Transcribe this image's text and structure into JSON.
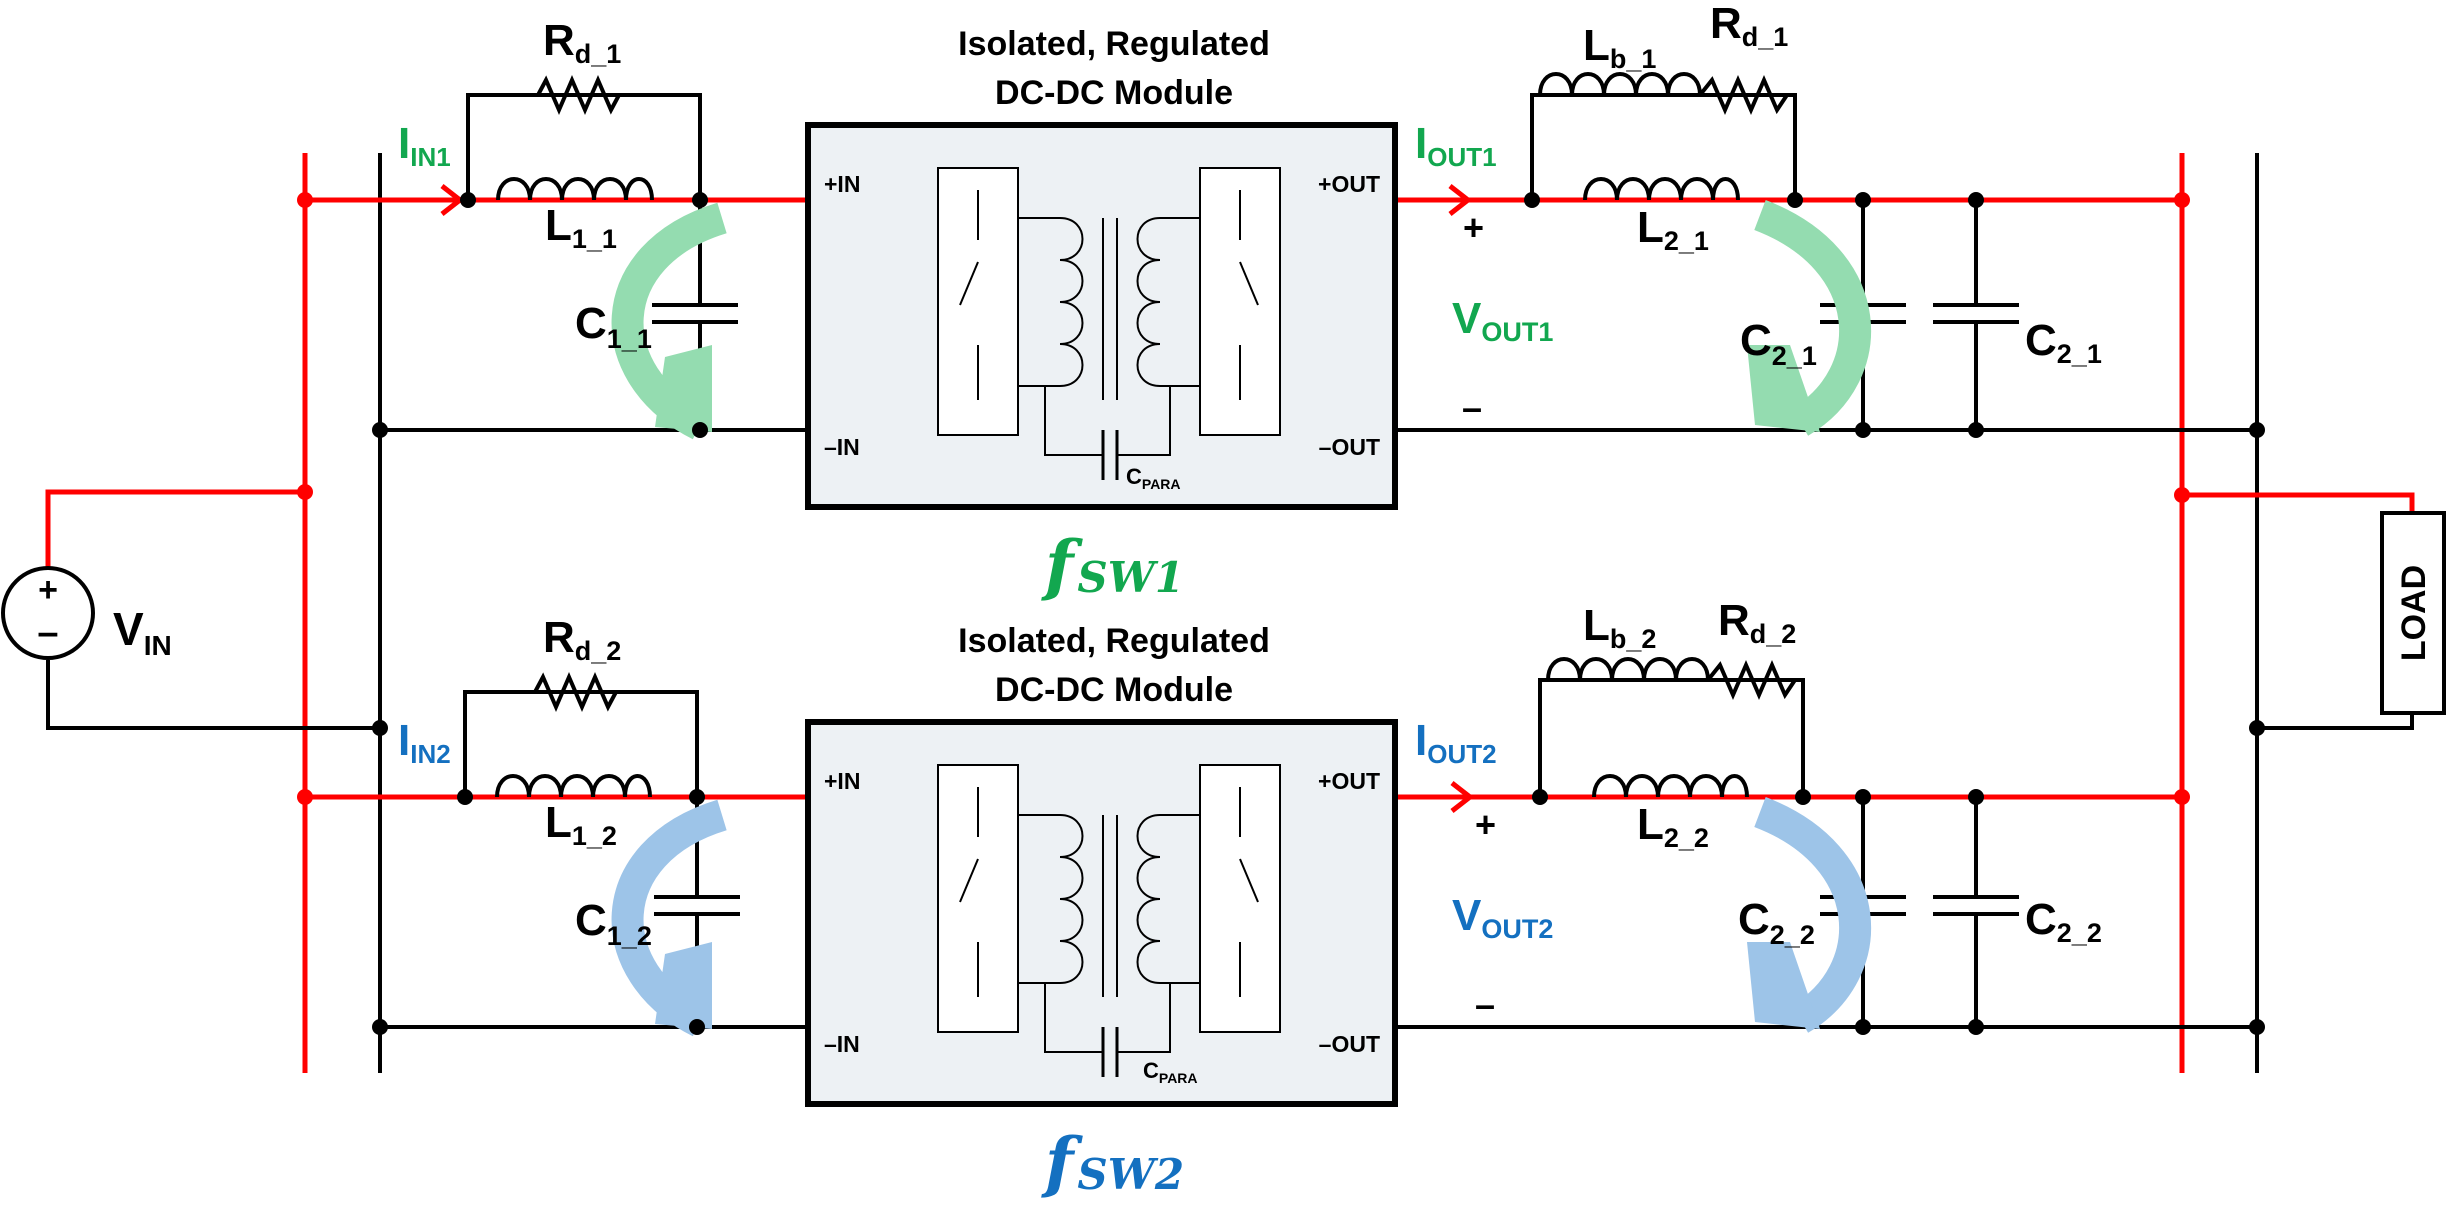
{
  "colors": {
    "rail": "#ff0000",
    "ground": "#000000",
    "module_fill": "#edf1f4",
    "ch1_accent": "#12a74f",
    "ch2_accent": "#1470c0",
    "ch1_loop": "#94dcb0",
    "ch2_loop": "#9dc4e8"
  },
  "source": {
    "plus": "+",
    "minus": "–",
    "label_main": "V",
    "label_sub": "IN"
  },
  "load": {
    "label": "LOAD"
  },
  "channel1": {
    "module_title_line1": "Isolated, Regulated",
    "module_title_line2": "DC-DC Module",
    "pin_in_pos": "+IN",
    "pin_in_neg": "–IN",
    "pin_out_pos": "+OUT",
    "pin_out_neg": "–OUT",
    "cpara_main": "C",
    "cpara_sub": "PARA",
    "fsw_main": "f",
    "fsw_sub": "SW1",
    "iin_main": "I",
    "iin_sub": "IN1",
    "rd_in_main": "R",
    "rd_in_sub": "d_1",
    "l1_main": "L",
    "l1_sub": "1_1",
    "c1_main": "C",
    "c1_sub": "1_1",
    "iout_main": "I",
    "iout_sub": "OUT1",
    "vout_plus": "+",
    "vout_main": "V",
    "vout_sub": "OUT1",
    "vout_minus": "–",
    "lb_main": "L",
    "lb_sub": "b_1",
    "rd_out_main": "R",
    "rd_out_sub": "d_1",
    "l2_main": "L",
    "l2_sub": "2_1",
    "c2a_main": "C",
    "c2a_sub": "2_1",
    "c2b_main": "C",
    "c2b_sub": "2_1"
  },
  "channel2": {
    "module_title_line1": "Isolated, Regulated",
    "module_title_line2": "DC-DC Module",
    "pin_in_pos": "+IN",
    "pin_in_neg": "–IN",
    "pin_out_pos": "+OUT",
    "pin_out_neg": "–OUT",
    "cpara_main": "C",
    "cpara_sub": "PARA",
    "fsw_main": "f",
    "fsw_sub": "SW2",
    "iin_main": "I",
    "iin_sub": "IN2",
    "rd_in_main": "R",
    "rd_in_sub": "d_2",
    "l1_main": "L",
    "l1_sub": "1_2",
    "c1_main": "C",
    "c1_sub": "1_2",
    "iout_main": "I",
    "iout_sub": "OUT2",
    "vout_plus": "+",
    "vout_main": "V",
    "vout_sub": "OUT2",
    "vout_minus": "–",
    "lb_main": "L",
    "lb_sub": "b_2",
    "rd_out_main": "R",
    "rd_out_sub": "d_2",
    "l2_main": "L",
    "l2_sub": "2_2",
    "c2a_main": "C",
    "c2a_sub": "2_2",
    "c2b_main": "C",
    "c2b_sub": "2_2"
  }
}
